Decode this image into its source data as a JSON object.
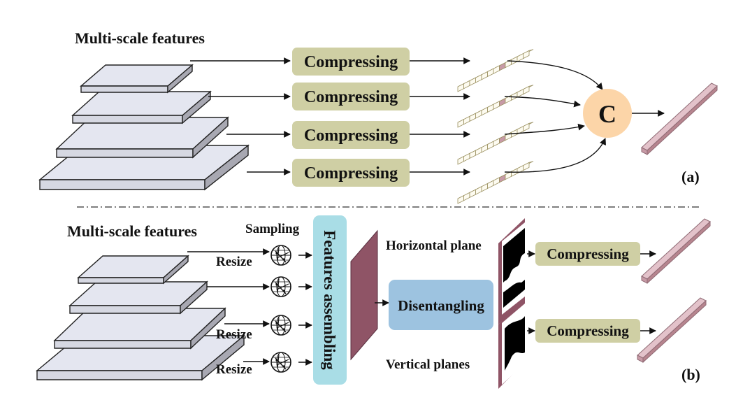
{
  "panel_a": {
    "title": "Multi-scale features",
    "compress_labels": [
      "Compressing",
      "Compressing",
      "Compressing",
      "Compressing"
    ],
    "concat_label": "C",
    "tag": "(a)"
  },
  "panel_b": {
    "title": "Multi-scale features",
    "sampling_label": "Sampling",
    "resize_labels": [
      "Resize",
      "Resize",
      "Resize"
    ],
    "assembling_label": "Features assembling",
    "disentangling_label": "Disentangling",
    "horizontal_label": "Horizontal plane",
    "vertical_label": "Vertical planes",
    "compress_labels": [
      "Compressing",
      "Compressing"
    ],
    "tag": "(b)"
  },
  "colors": {
    "plate_top": "#e4e6f0",
    "plate_side": "#a8a8b2",
    "compress_box": "#cfcfa4",
    "concat_circle": "#fcd5a8",
    "feature_bar": "#c79aa6",
    "assembling_box": "#a9dde6",
    "disentangling_box": "#9dc3e0",
    "feature_map": "#8f5466"
  }
}
